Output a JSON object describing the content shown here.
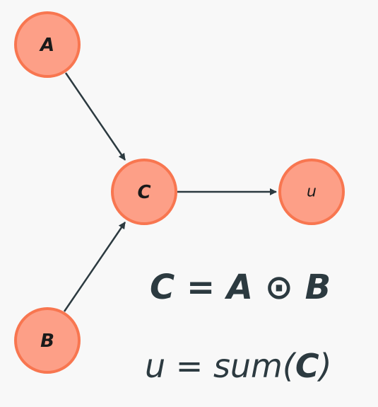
{
  "nodes": {
    "A": "A",
    "B": "B",
    "C": "C",
    "u": "u"
  },
  "equations": {
    "eq1": "C = A ⊙ B",
    "eq2_prefix": "u = sum(",
    "eq2_var": "C",
    "eq2_suffix": ")"
  },
  "colors": {
    "node_fill": "#fd9f87",
    "node_stroke": "#f87650",
    "edge": "#2c3a40",
    "text": "#2c3a40",
    "background": "#f8f8f8"
  }
}
